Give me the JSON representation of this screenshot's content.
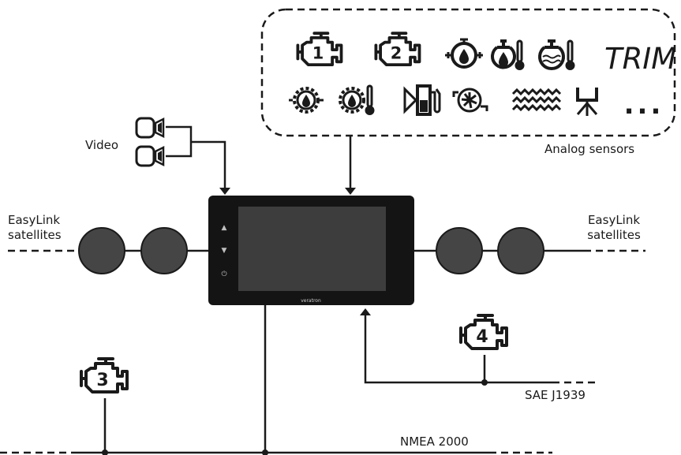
{
  "labels": {
    "video": "Video",
    "analog_sensors": "Analog sensors",
    "easylink_left_1": "EasyLink",
    "easylink_left_2": "satellites",
    "easylink_right_1": "EasyLink",
    "easylink_right_2": "satellites",
    "sae": "SAE J1939",
    "nmea": "NMEA 2000",
    "trim": "TRIM",
    "ellipsis": "...",
    "brand": "veratron"
  },
  "engines": {
    "e1": "1",
    "e2": "2",
    "e3": "3",
    "e4": "4"
  },
  "display_buttons": {
    "up": "▲",
    "down": "▼",
    "power": "⏻"
  },
  "colors": {
    "line": "#1a1a1a",
    "device": "#141414",
    "screen": "#3d3d3d",
    "satellite": "#454545"
  }
}
